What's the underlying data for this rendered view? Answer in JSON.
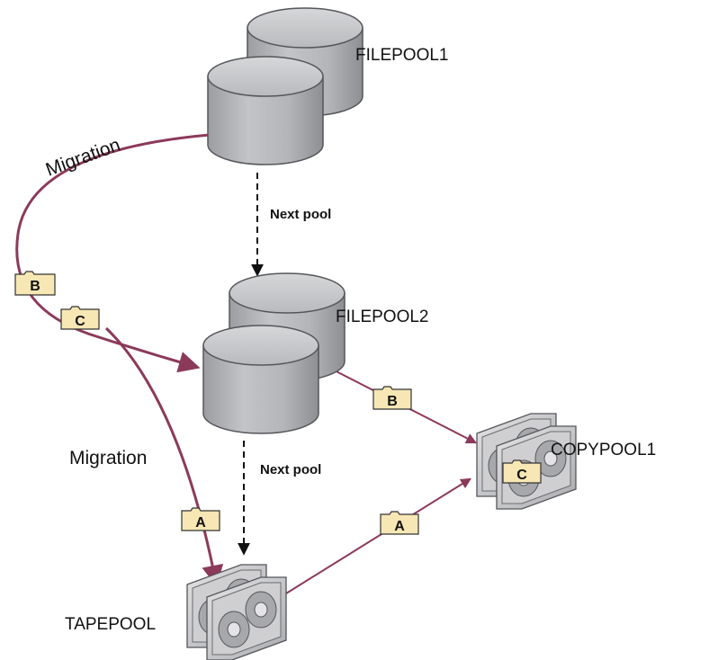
{
  "pools": {
    "filepool1": "FILEPOOL1",
    "filepool2": "FILEPOOL2",
    "tapepool": "TAPEPOOL",
    "copypool1": "COPYPOOL1"
  },
  "arrows": {
    "migration_top": "Migration",
    "migration_bottom": "Migration",
    "next_pool_top": "Next pool",
    "next_pool_bottom": "Next pool"
  },
  "file_tags": {
    "b_on_migration": "B",
    "c_on_migration": "C",
    "a_on_migration": "A",
    "b_to_copypool": "B",
    "a_to_copypool": "A",
    "c_in_copypool": "C"
  },
  "colors": {
    "migration_arrow": "#8c3a5a",
    "cylinder": "#b7b8bb",
    "tag_fill": "#f6e7b4",
    "dashed_arrow": "#111111"
  }
}
